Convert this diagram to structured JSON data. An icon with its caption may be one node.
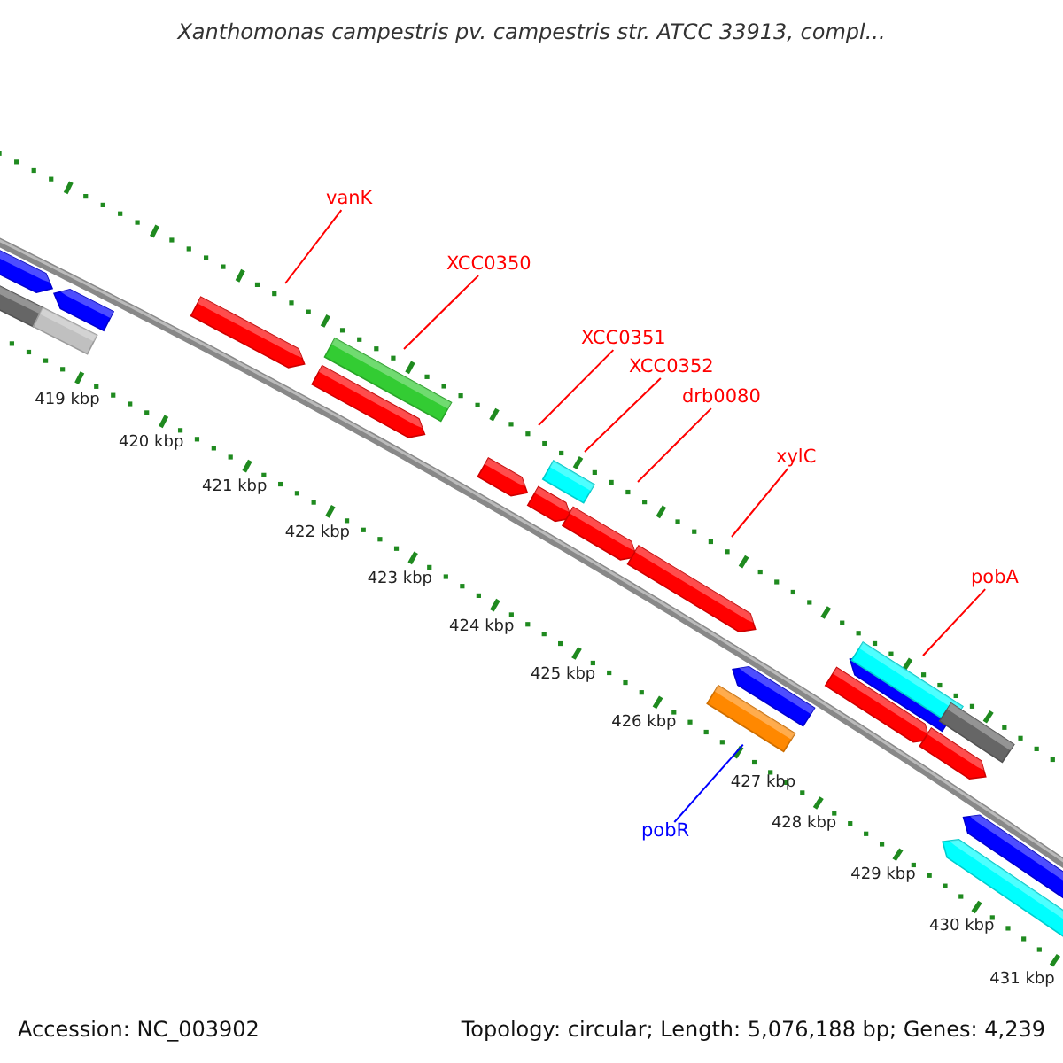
{
  "diagram": {
    "title": "Xanthomonas campestris pv. campestris str. ATCC 33913, compl...",
    "nodes": [
      {
        "text": [
          "vanK"
        ]
      },
      {
        "text": [
          "XCC0350"
        ]
      },
      {
        "text": [
          "XCC0351"
        ]
      },
      {
        "text": [
          "XCC0352"
        ]
      },
      {
        "text": [
          "drb0080"
        ]
      },
      {
        "text": [
          "xylC"
        ]
      },
      {
        "text": [
          "pobA"
        ]
      },
      {
        "text": [
          "pobR"
        ]
      }
    ],
    "edges": [
      {
        "from": 0,
        "to": null,
        "arrow": "none"
      },
      {
        "from": 1,
        "to": null,
        "arrow": "none"
      },
      {
        "from": 2,
        "to": null,
        "arrow": "none"
      },
      {
        "from": 3,
        "to": null,
        "arrow": "none"
      },
      {
        "from": 4,
        "to": null,
        "arrow": "none"
      },
      {
        "from": 5,
        "to": null,
        "arrow": "none"
      },
      {
        "from": 6,
        "to": null,
        "arrow": "none"
      },
      {
        "from": 7,
        "to": null,
        "arrow": "none",
        "color": "#0000ff"
      }
    ],
    "labels": [
      "419 kbp",
      "420 kbp",
      "421 kbp",
      "422 kbp",
      "423 kbp",
      "424 kbp",
      "425 kbp",
      "426 kbp",
      "427 kbp",
      "428 kbp",
      "429 kbp",
      "430 kbp",
      "431 kbp",
      "Accession: NC_003902",
      "Topology: circular; Length: 5,076,188 bp; Genes: 4,239"
    ]
  }
}
